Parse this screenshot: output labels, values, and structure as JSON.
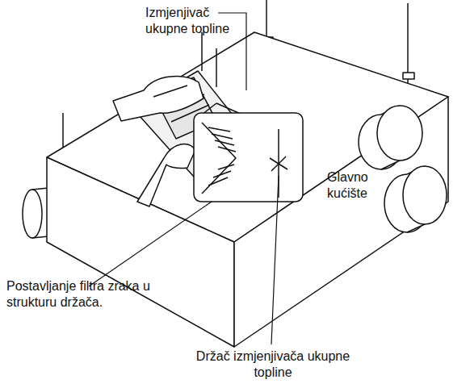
{
  "diagram": {
    "labels": [
      "Izmjenjivač ukupne topline",
      "Glavno kućište",
      "Postavljanje filtra zraka u strukturu držača.",
      "Držač izmjenjivača ukupne topline"
    ]
  }
}
